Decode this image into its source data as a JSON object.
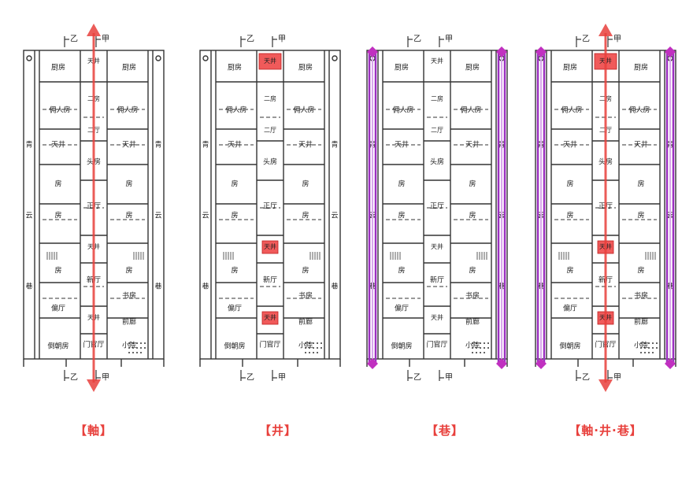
{
  "panels": [
    {
      "caption": "【軸】",
      "show_axis": true,
      "show_wells": false,
      "show_lanes": false
    },
    {
      "caption": "【井】",
      "show_axis": false,
      "show_wells": true,
      "show_lanes": false
    },
    {
      "caption": "【巷】",
      "show_axis": false,
      "show_wells": false,
      "show_lanes": true
    },
    {
      "caption": "【軸·井·巷】",
      "show_axis": true,
      "show_wells": true,
      "show_lanes": true
    }
  ],
  "plan": {
    "top_left_marker": "乙",
    "top_right_marker": "甲",
    "bottom_left_marker": "乙",
    "bottom_right_marker": "甲",
    "left_kitchen": "厨房",
    "right_kitchen": "厨房",
    "top_well": "天井",
    "second_floor": "二房",
    "left_servant": "佣人房",
    "right_servant": "佣人房",
    "second_hall": "二厅",
    "left_well": "天井",
    "right_well": "天井",
    "head_room": "头房",
    "left_room1": "房",
    "right_room1": "房",
    "left_room2": "房",
    "right_room2": "房",
    "main_hall": "正厅",
    "mid_well": "天井",
    "left_room3": "房",
    "right_room3": "房",
    "new_hall": "新厅",
    "left_side_hall": "偏厅",
    "right_study": "书房",
    "front_well": "天井",
    "right_front": "前廊",
    "left_front": "倒朝房",
    "gate_hall": "门官厅",
    "small_court": "小院",
    "left_lane_a": "青",
    "left_lane_b": "云",
    "left_lane_c": "巷",
    "right_lane_a": "青",
    "right_lane_b": "云",
    "right_lane_c": "巷"
  },
  "colors": {
    "axis": "#e8403c",
    "well_fill": "#f05a5a",
    "lane": "#9b30c0",
    "lane_node": "#c030c0",
    "caption": "#e8403c"
  }
}
